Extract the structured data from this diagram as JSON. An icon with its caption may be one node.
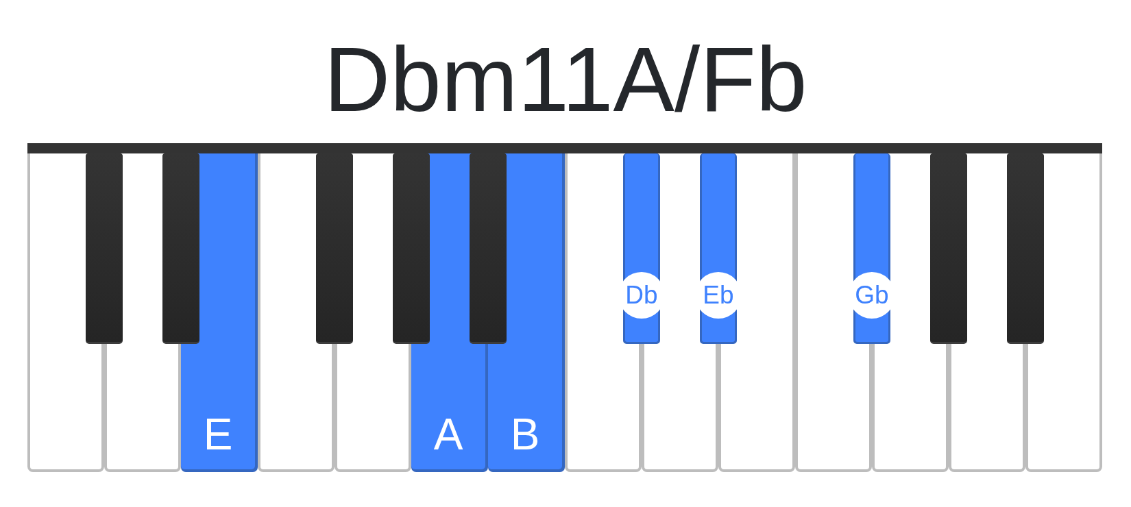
{
  "diagram": {
    "title": "Dbm11A/Fb",
    "labels": [
      "Db",
      "Eb",
      "Gb",
      "E",
      "A",
      "B"
    ]
  }
}
